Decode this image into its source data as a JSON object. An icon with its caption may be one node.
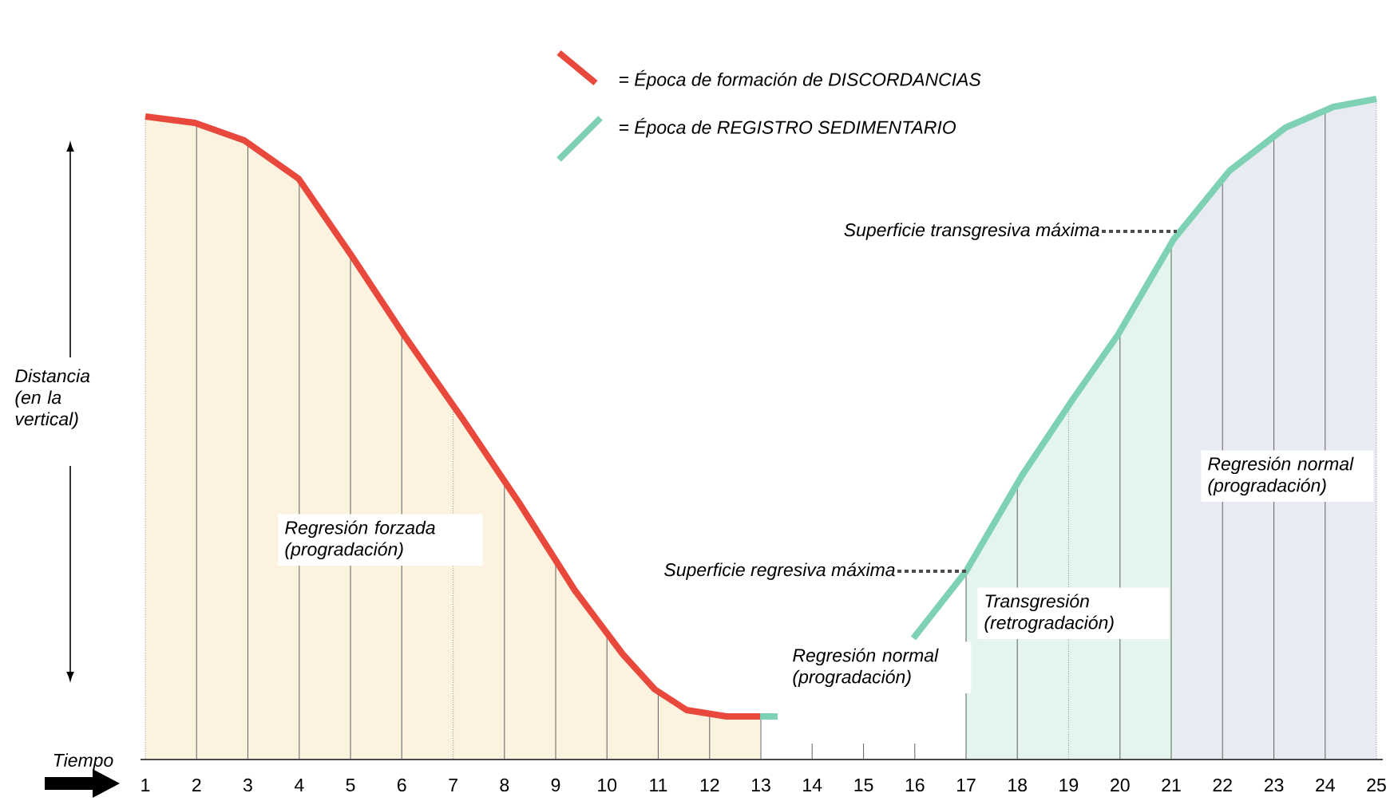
{
  "diagram": {
    "nodes": [
      {
        "text": [
          "Superficie transgresiva máxima"
        ]
      },
      {
        "text": [
          "Regresión normal (progradación)"
        ]
      },
      {
        "text": [
          "Regresión forzada (progradación)"
        ]
      },
      {
        "text": [
          "Superficie regresiva máxima"
        ]
      },
      {
        "text": [
          "Transgresión (retrogradación)"
        ]
      },
      {
        "text": [
          "Regresión normal (progradación)"
        ]
      }
    ],
    "edges": [
      {
        "from": 0,
        "to": null,
        "arrow": "none",
        "style": "dashed"
      },
      {
        "from": 3,
        "to": null,
        "arrow": "none",
        "style": "dashed"
      }
    ],
    "labels": [
      "Distancia (en la vertical)",
      "Tiempo",
      "1",
      "2",
      "3",
      "4",
      "5",
      "6",
      "7",
      "8",
      "9",
      "10",
      "11",
      "12",
      "13",
      "14",
      "15",
      "16",
      "17",
      "18",
      "19",
      "20",
      "21",
      "22",
      "23",
      "24",
      "25"
    ],
    "legend": [
      {
        "text": "= Época de formación de DISCORDANCIAS"
      },
      {
        "text": "= Época de REGISTRO SEDIMENTARIO"
      }
    ]
  }
}
